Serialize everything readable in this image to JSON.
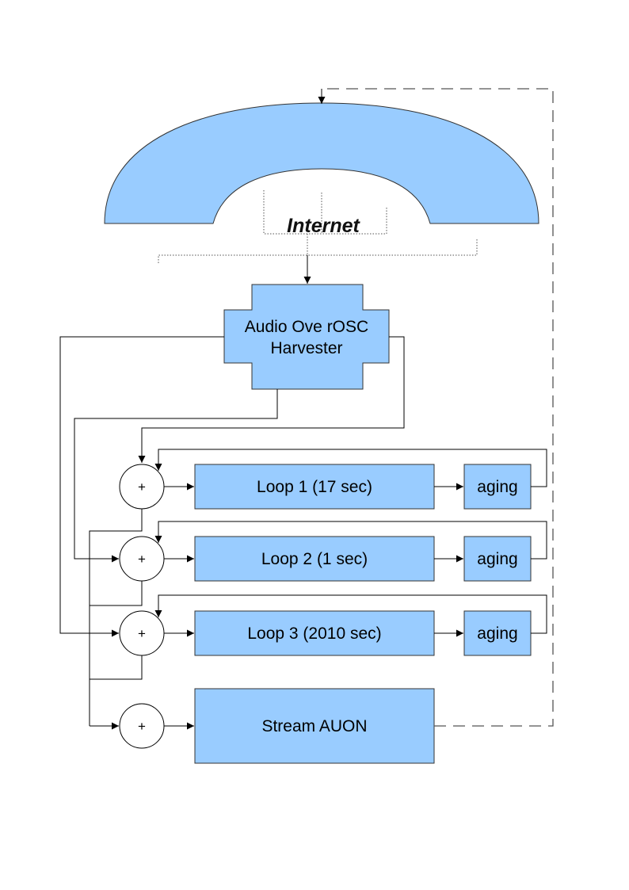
{
  "internet": {
    "label": "Internet"
  },
  "harvester": {
    "line1": "Audio Ove rOSC",
    "line2": "Harvester"
  },
  "loops": [
    {
      "label": "Loop 1 (17 sec)",
      "aging_label": "aging"
    },
    {
      "label": "Loop 2 (1 sec)",
      "aging_label": "aging"
    },
    {
      "label": "Loop 3 (2010 sec)",
      "aging_label": "aging"
    }
  ],
  "stream": {
    "label": "Stream AUON"
  },
  "adders": [
    {
      "symbol": "+"
    },
    {
      "symbol": "+"
    },
    {
      "symbol": "+"
    },
    {
      "symbol": "+"
    }
  ],
  "colors": {
    "block_fill": "#99ccff",
    "line": "#000000",
    "dashed_feedback": "#555555"
  }
}
